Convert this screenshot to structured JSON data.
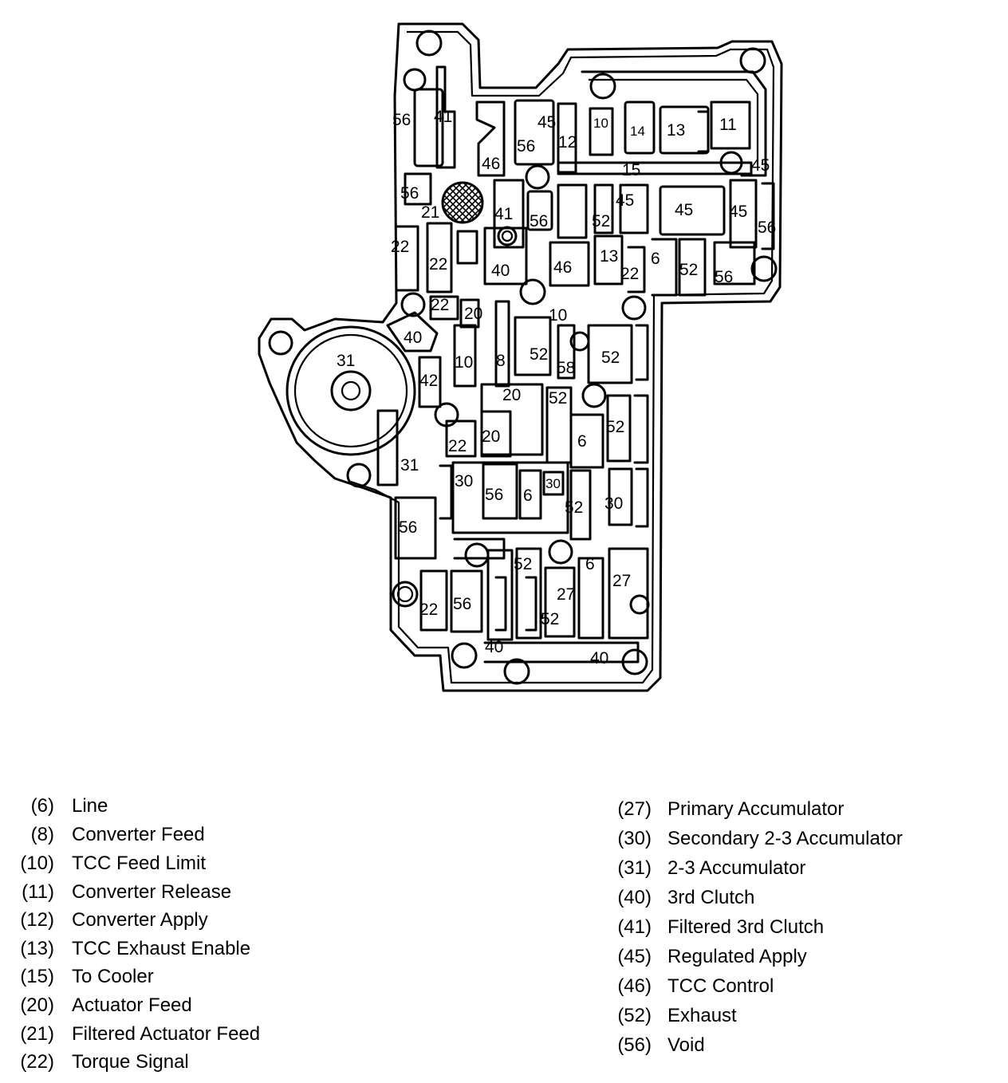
{
  "diagram": {
    "labels": [
      {
        "id": "l1",
        "text": "41"
      },
      {
        "id": "l2",
        "text": "56"
      },
      {
        "id": "l3",
        "text": "46"
      },
      {
        "id": "l4",
        "text": "56"
      },
      {
        "id": "l5",
        "text": "45"
      },
      {
        "id": "l6",
        "text": "12"
      },
      {
        "id": "l7",
        "text": "10"
      },
      {
        "id": "l8",
        "text": "14"
      },
      {
        "id": "l9",
        "text": "13"
      },
      {
        "id": "l10",
        "text": "11"
      },
      {
        "id": "l11",
        "text": "15"
      },
      {
        "id": "l12",
        "text": "45"
      },
      {
        "id": "l13",
        "text": "56"
      },
      {
        "id": "l14",
        "text": "21"
      },
      {
        "id": "l15",
        "text": "41"
      },
      {
        "id": "l16",
        "text": "56"
      },
      {
        "id": "l17",
        "text": "52"
      },
      {
        "id": "l18",
        "text": "45"
      },
      {
        "id": "l19",
        "text": "45"
      },
      {
        "id": "l20",
        "text": "45"
      },
      {
        "id": "l21",
        "text": "56"
      },
      {
        "id": "l22",
        "text": "22"
      },
      {
        "id": "l23",
        "text": "22"
      },
      {
        "id": "l24",
        "text": "40"
      },
      {
        "id": "l25",
        "text": "46"
      },
      {
        "id": "l26",
        "text": "13"
      },
      {
        "id": "l27",
        "text": "22"
      },
      {
        "id": "l28",
        "text": "6"
      },
      {
        "id": "l29",
        "text": "52"
      },
      {
        "id": "l30",
        "text": "56"
      },
      {
        "id": "l31",
        "text": "22"
      },
      {
        "id": "l32",
        "text": "20"
      },
      {
        "id": "l33",
        "text": "10"
      },
      {
        "id": "l34",
        "text": "40"
      },
      {
        "id": "l35",
        "text": "31"
      },
      {
        "id": "l36",
        "text": "10"
      },
      {
        "id": "l37",
        "text": "8"
      },
      {
        "id": "l38",
        "text": "52"
      },
      {
        "id": "l39",
        "text": "58"
      },
      {
        "id": "l40",
        "text": "52"
      },
      {
        "id": "l41",
        "text": "42"
      },
      {
        "id": "l42",
        "text": "20"
      },
      {
        "id": "l43",
        "text": "52"
      },
      {
        "id": "l44",
        "text": "22"
      },
      {
        "id": "l45",
        "text": "20"
      },
      {
        "id": "l46",
        "text": "6"
      },
      {
        "id": "l47",
        "text": "52"
      },
      {
        "id": "l48",
        "text": "31"
      },
      {
        "id": "l49",
        "text": "30"
      },
      {
        "id": "l50",
        "text": "56"
      },
      {
        "id": "l51",
        "text": "6"
      },
      {
        "id": "l52",
        "text": "30"
      },
      {
        "id": "l53",
        "text": "52"
      },
      {
        "id": "l54",
        "text": "30"
      },
      {
        "id": "l55",
        "text": "56"
      },
      {
        "id": "l56",
        "text": "52"
      },
      {
        "id": "l57",
        "text": "6"
      },
      {
        "id": "l58",
        "text": "27"
      },
      {
        "id": "l59",
        "text": "27"
      },
      {
        "id": "l60",
        "text": "56"
      },
      {
        "id": "l61",
        "text": "22"
      },
      {
        "id": "l62",
        "text": "52"
      },
      {
        "id": "l63",
        "text": "40"
      },
      {
        "id": "l64",
        "text": "40"
      }
    ]
  },
  "legend": {
    "left": [
      {
        "num": "(6)",
        "label": "Line"
      },
      {
        "num": "(8)",
        "label": "Converter Feed"
      },
      {
        "num": "(10)",
        "label": "TCC Feed Limit"
      },
      {
        "num": "(11)",
        "label": "Converter Release"
      },
      {
        "num": "(12)",
        "label": "Converter Apply"
      },
      {
        "num": "(13)",
        "label": "TCC Exhaust Enable"
      },
      {
        "num": "(15)",
        "label": "To Cooler"
      },
      {
        "num": "(20)",
        "label": "Actuator Feed"
      },
      {
        "num": "(21)",
        "label": "Filtered Actuator Feed"
      },
      {
        "num": "(22)",
        "label": "Torque Signal"
      }
    ],
    "right": [
      {
        "num": "(27)",
        "label": "Primary Accumulator"
      },
      {
        "num": "(30)",
        "label": "Secondary 2-3 Accumulator"
      },
      {
        "num": "(31)",
        "label": "2-3 Accumulator"
      },
      {
        "num": "(40)",
        "label": "3rd Clutch"
      },
      {
        "num": "(41)",
        "label": "Filtered 3rd Clutch"
      },
      {
        "num": "(45)",
        "label": "Regulated Apply"
      },
      {
        "num": "(46)",
        "label": "TCC Control"
      },
      {
        "num": "(52)",
        "label": "Exhaust"
      },
      {
        "num": "(56)",
        "label": "Void"
      }
    ]
  }
}
